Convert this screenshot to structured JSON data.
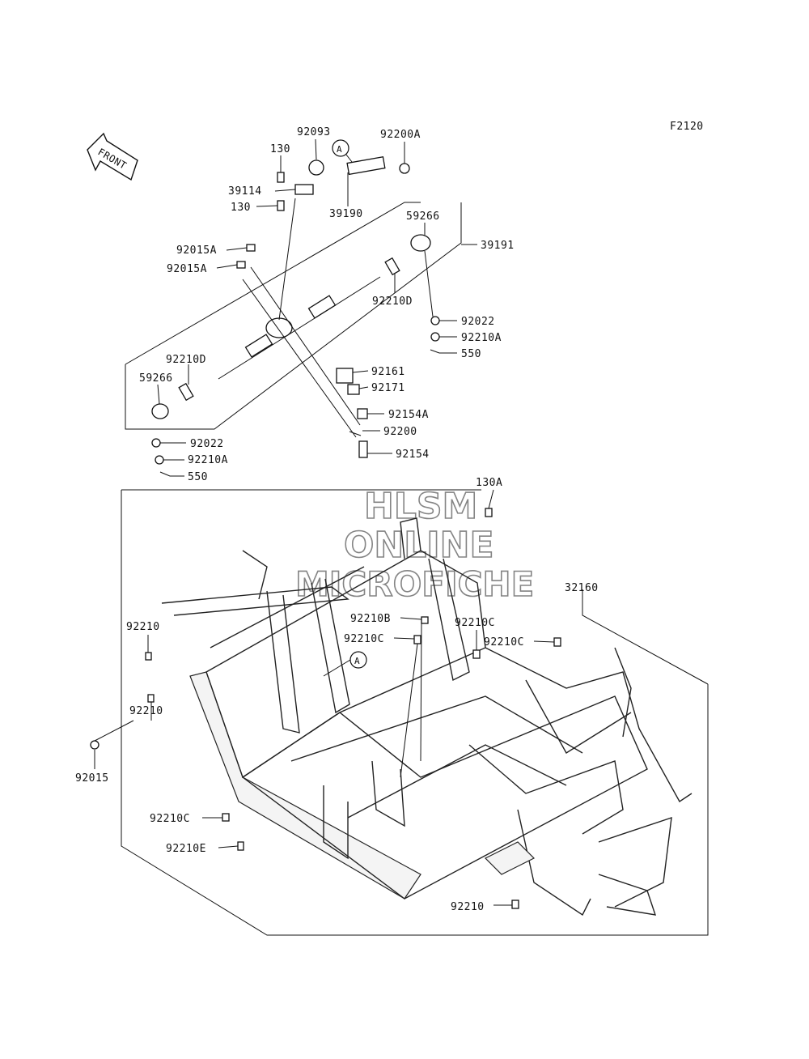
{
  "figure_code": "F2120",
  "front_arrow": "FRONT",
  "watermark": [
    "HLSM",
    "ONLINE",
    "MICROFICHE"
  ],
  "callout_ref": "A",
  "parts": {
    "p92093": "92093",
    "p92200A": "92200A",
    "p130_top": "130",
    "p39114": "39114",
    "p130_mid": "130",
    "p39190": "39190",
    "p59266_r": "59266",
    "p39191": "39191",
    "p92015A_1": "92015A",
    "p92015A_2": "92015A",
    "p92210D_r": "92210D",
    "p92022_r": "92022",
    "p92210A_r": "92210A",
    "p550_r": "550",
    "p92210D_l": "92210D",
    "p59266_l": "59266",
    "p92161": "92161",
    "p92171": "92171",
    "p92154A": "92154A",
    "p92200": "92200",
    "p92154": "92154",
    "p92022_l": "92022",
    "p92210A_l": "92210A",
    "p550_l": "550",
    "p130A": "130A",
    "p32160": "32160",
    "p92210B": "92210B",
    "p92210C_1": "92210C",
    "p92210C_2": "92210C",
    "p92210C_3": "92210C",
    "p92210_1": "92210",
    "p92210_2": "92210",
    "p92015": "92015",
    "p92210C_4": "92210C",
    "p92210E": "92210E",
    "p92210_3": "92210"
  }
}
